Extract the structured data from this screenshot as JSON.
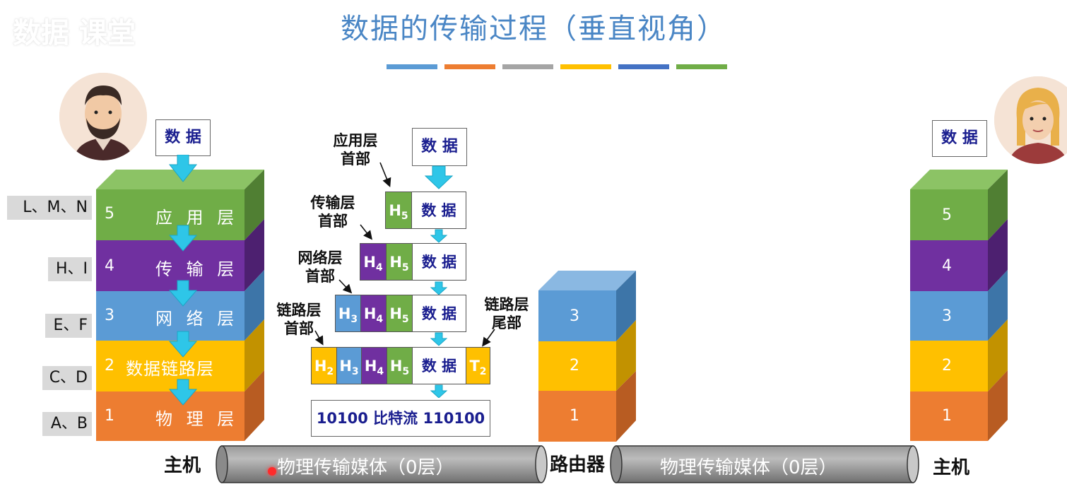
{
  "title": "数据的传输过程（垂直视角）",
  "logo_text": "数据 课堂",
  "color_bar": [
    "#5b9bd5",
    "#ed7d31",
    "#a5a5a5",
    "#ffc000",
    "#4472c4",
    "#70ad47"
  ],
  "colors": {
    "app": "#70ad47",
    "transport": "#7030a0",
    "network": "#5b9bd5",
    "link": "#ffc000",
    "physical": "#ed7d31"
  },
  "left_host": {
    "data_label": "数 据",
    "layers": [
      {
        "num": "5",
        "name": "应 用 层",
        "tag": "L、M、N"
      },
      {
        "num": "4",
        "name": "传 输 层",
        "tag": "H、I"
      },
      {
        "num": "3",
        "name": "网 络 层",
        "tag": "E、F"
      },
      {
        "num": "2",
        "name": "数据链路层",
        "tag": "C、D"
      },
      {
        "num": "1",
        "name": "物 理 层",
        "tag": "A、B"
      }
    ],
    "label": "主机"
  },
  "encapsulation": {
    "top_data": "数 据",
    "data_text": "数 据",
    "annotations": {
      "app_header": [
        "应用层",
        "首部"
      ],
      "transport_header": [
        "传输层",
        "首部"
      ],
      "network_header": [
        "网络层",
        "首部"
      ],
      "link_header": [
        "链路层",
        "首部"
      ],
      "link_trailer": [
        "链路层",
        "尾部"
      ]
    },
    "headers": {
      "h5": "H",
      "h4": "H",
      "h3": "H",
      "h2": "H",
      "t2": "T"
    },
    "subs": {
      "h5": "5",
      "h4": "4",
      "h3": "3",
      "h2": "2",
      "t2": "2"
    },
    "bitstream": "10100 比特流 110100"
  },
  "router": {
    "layers": [
      "3",
      "2",
      "1"
    ],
    "label": "路由器"
  },
  "right_host": {
    "data_label": "数 据",
    "layers": [
      "5",
      "4",
      "3",
      "2",
      "1"
    ],
    "label": "主机"
  },
  "media": {
    "left": "物理传输媒体（0层）",
    "right": "物理传输媒体（0层）"
  }
}
